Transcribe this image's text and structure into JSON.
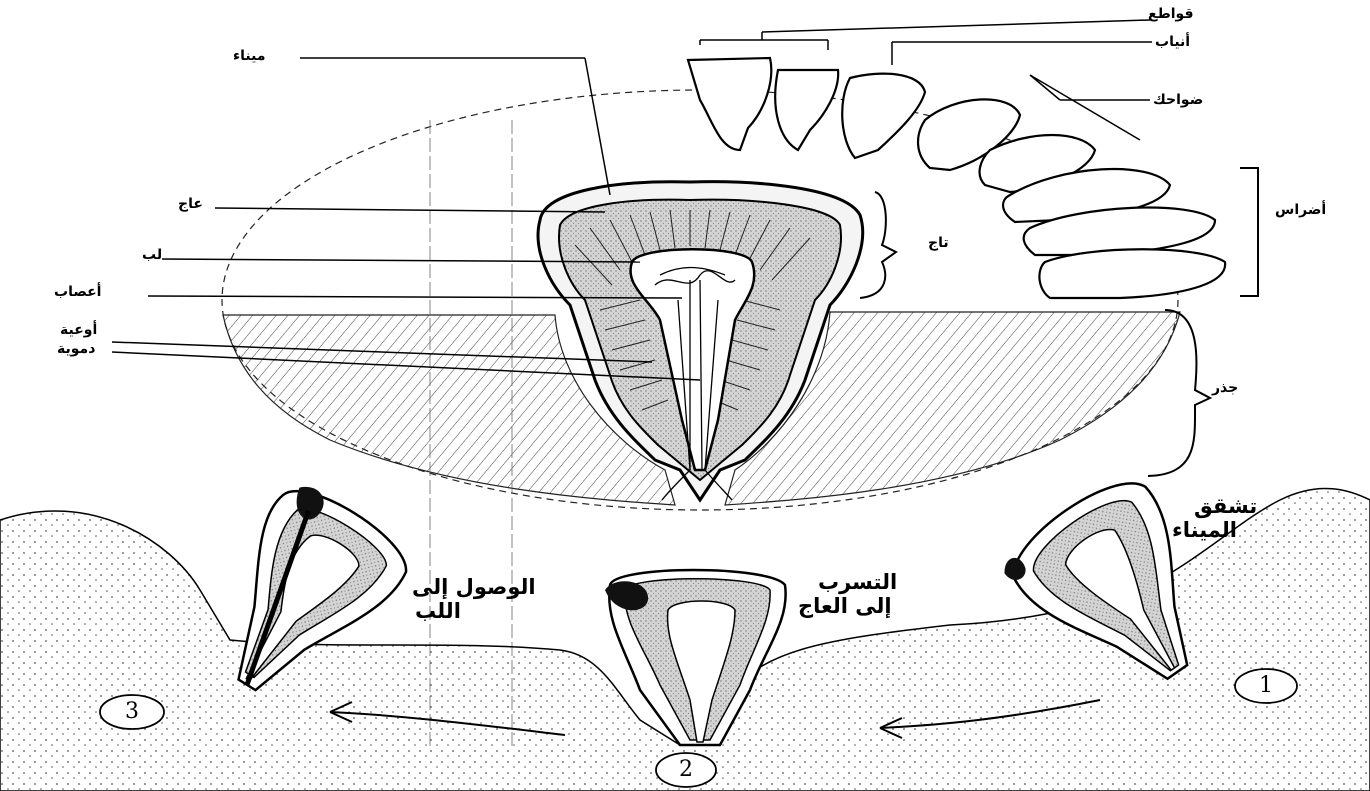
{
  "labels": {
    "incisors": "قواطع",
    "canines": "أنياب",
    "premolars": "ضواحك",
    "molars": "أضراس",
    "enamel": "ميناء",
    "dentin": "عاج",
    "pulp": "لب",
    "nerves": "أعصاب",
    "blood_vessels_1": "أوعية",
    "blood_vessels_2": "دموية",
    "crown": "تاج",
    "root": "جذر"
  },
  "stages": {
    "enamel_crack_1": "تشقق",
    "enamel_crack_2": "الميناء",
    "dentin_leak_1": "التسرب",
    "dentin_leak_2": "إلى العاج",
    "pulp_reach_1": "الوصول إلى",
    "pulp_reach_2": "اللب",
    "num_1": "1",
    "num_2": "2",
    "num_3": "3"
  }
}
